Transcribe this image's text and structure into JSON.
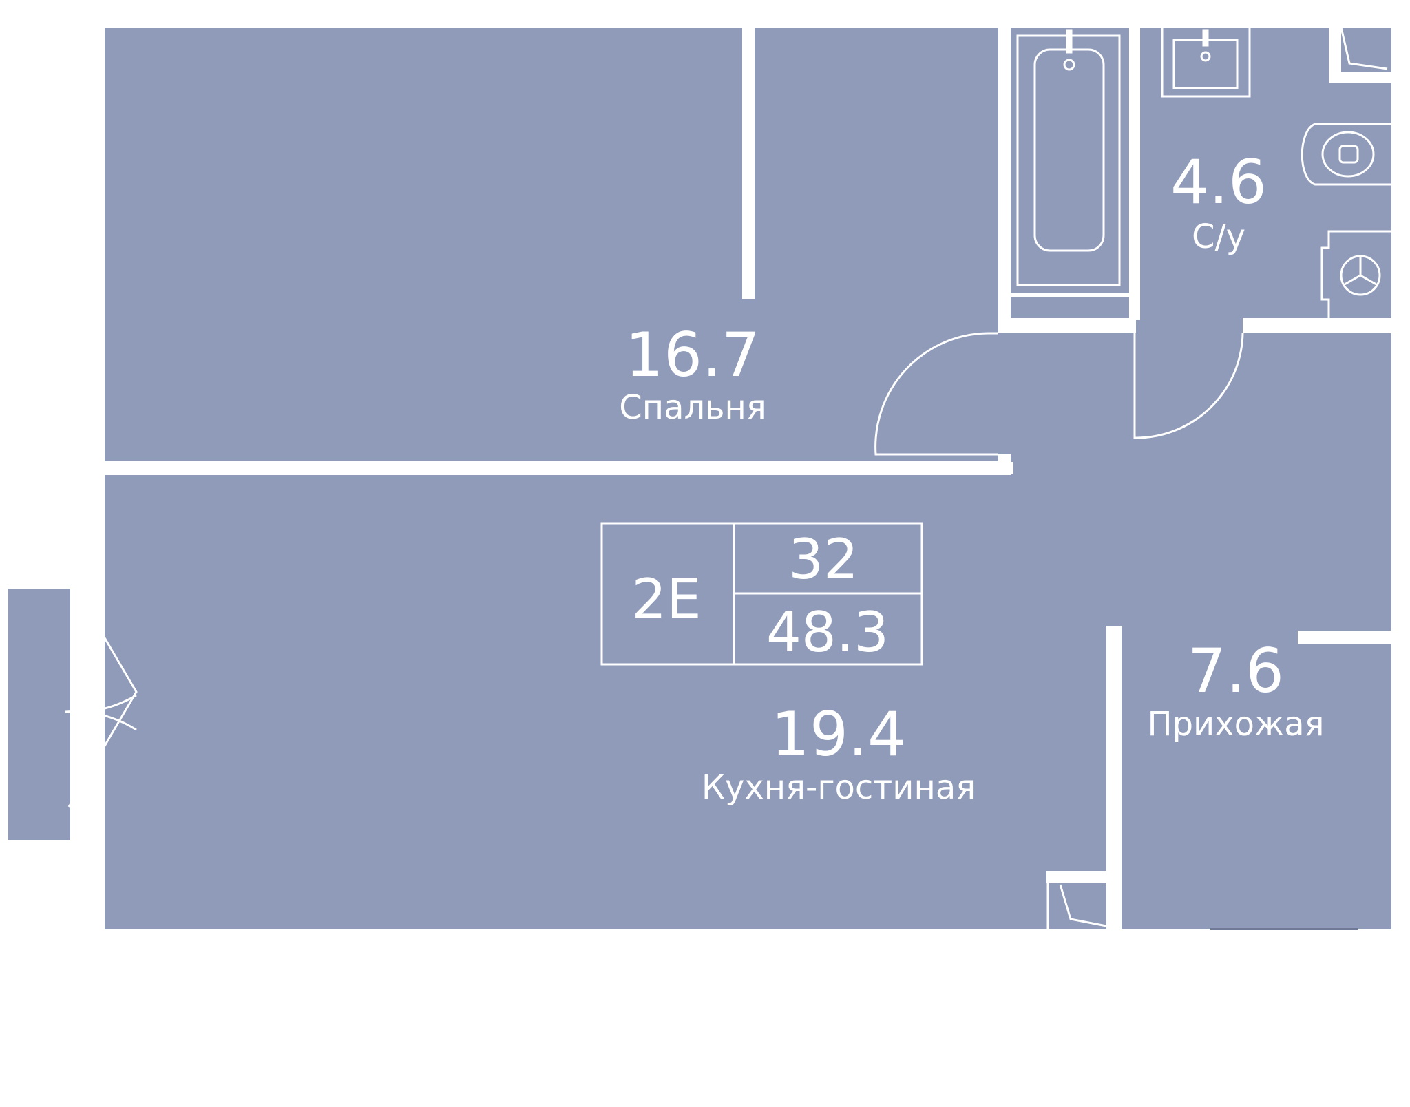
{
  "colors": {
    "floor": "#8f9bb8",
    "wall": "#ffffff",
    "background": "#ffffff"
  },
  "rooms": [
    {
      "id": "bedroom",
      "area": "16.7",
      "name": "Спальня"
    },
    {
      "id": "kitchen-living",
      "area": "19.4",
      "name": "Кухня-гостиная"
    },
    {
      "id": "bathroom",
      "area": "4.6",
      "name": "С/у"
    },
    {
      "id": "hallway",
      "area": "7.6",
      "name": "Прихожая"
    }
  ],
  "apartment_badge": {
    "type": "2Е",
    "number": "32",
    "total_area": "48.3"
  },
  "fixtures": [
    "bathtub-icon",
    "sink-icon",
    "toilet-icon",
    "washing-machine-icon",
    "balcony-door-icon"
  ]
}
